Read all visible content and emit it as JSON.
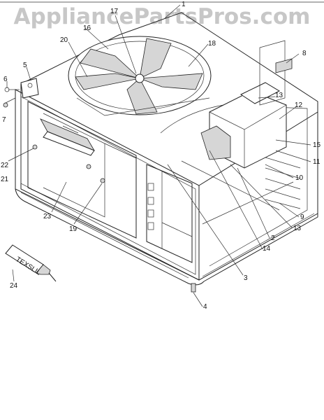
{
  "watermark": "AppliancePartsPros.com",
  "callouts": [
    "1",
    "16",
    "17",
    "20",
    "18",
    "8",
    "5",
    "6",
    "7",
    "13",
    "12",
    "15",
    "11",
    "10",
    "9",
    "22",
    "21",
    "23",
    "19",
    "14",
    "2",
    "13",
    "3",
    "4",
    "24"
  ],
  "tube_text": "TEXSLIL"
}
